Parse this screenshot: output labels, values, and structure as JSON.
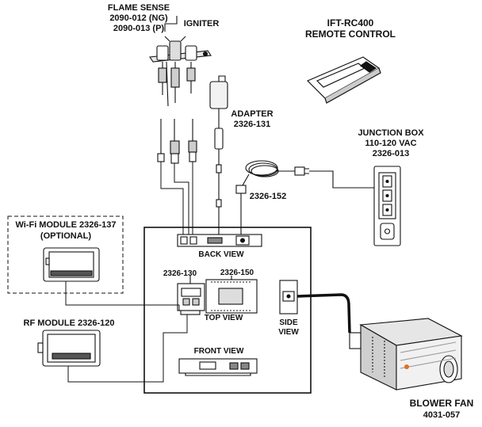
{
  "labels": {
    "flame_sense": {
      "title": "FLAME SENSE",
      "part_ng": "2090-012 (NG)",
      "part_p": "2090-013  (P)"
    },
    "igniter": "IGNITER",
    "remote": {
      "model": "IFT-RC400",
      "name": "REMOTE CONTROL"
    },
    "adapter": {
      "name": "ADAPTER",
      "part": "2326-131"
    },
    "junction_box": {
      "name": "JUNCTION BOX",
      "voltage": "110-120 VAC",
      "part": "2326-013"
    },
    "cord_part": "2326-152",
    "wifi": {
      "title": "Wi-Fi MODULE 2326-137",
      "note": "(OPTIONAL)"
    },
    "back_view": "BACK VIEW",
    "part_130": "2326-130",
    "part_150": "2326-150",
    "top_view": "TOP VIEW",
    "side_view": {
      "line1": "SIDE",
      "line2": "VIEW"
    },
    "rf_module": "RF MODULE  2326-120",
    "front_view": "FRONT VIEW",
    "blower": {
      "name": "BLOWER FAN",
      "part": "4031-057"
    }
  }
}
